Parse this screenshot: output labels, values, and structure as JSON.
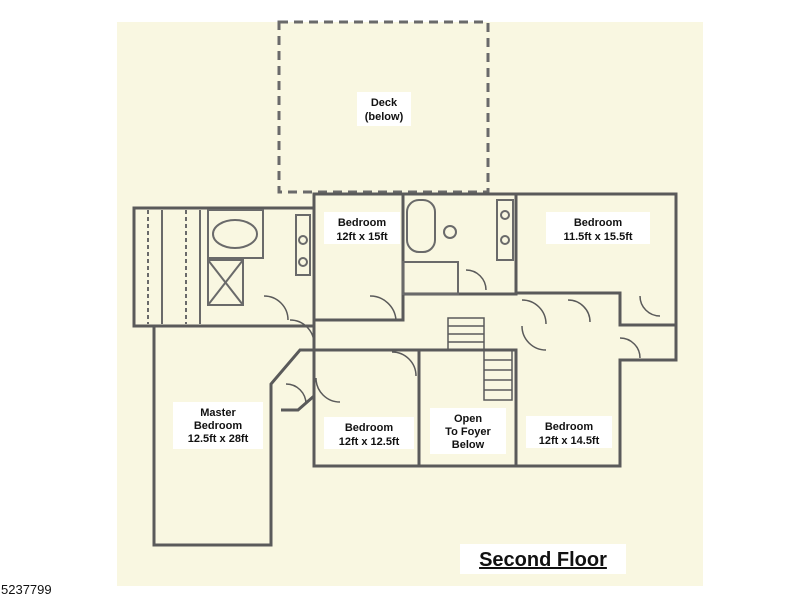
{
  "plan": {
    "title": "Second Floor",
    "listing_id": "5237799",
    "colors": {
      "paper": "#f9f7e1",
      "wall": "#5a5a5a",
      "label_bg": "#ffffff",
      "text": "#111111"
    },
    "rooms": {
      "deck": [
        "Deck",
        "(below)"
      ],
      "bedroom_a": [
        "Bedroom",
        "12ft x 15ft"
      ],
      "bedroom_b": [
        "Bedroom",
        "11.5ft x 15.5ft"
      ],
      "master": [
        "Master",
        "Bedroom",
        "12.5ft x 28ft"
      ],
      "bedroom_c": [
        "Bedroom",
        "12ft x 12.5ft"
      ],
      "foyer": [
        "Open",
        "To Foyer",
        "Below"
      ],
      "bedroom_d": [
        "Bedroom",
        "12ft x 14.5ft"
      ]
    }
  }
}
